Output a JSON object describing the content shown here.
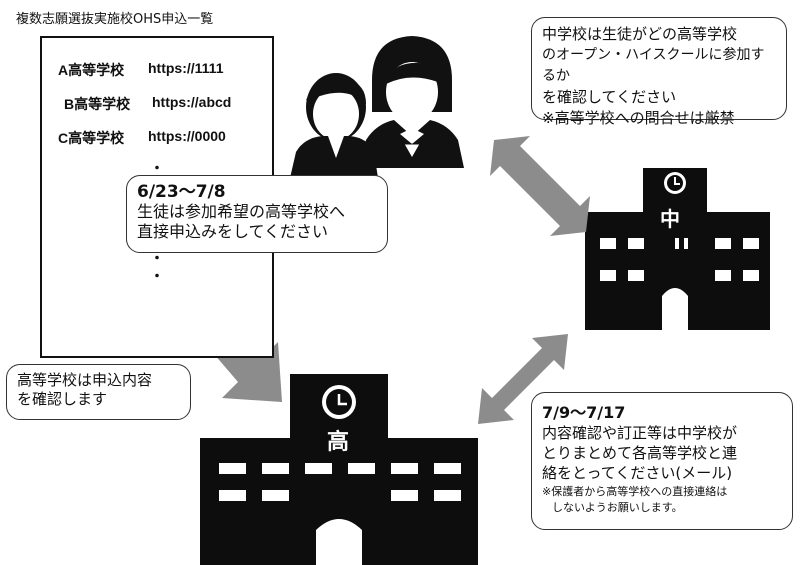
{
  "list": {
    "title": "複数志願選抜実施校OHS申込一覧",
    "rows": [
      {
        "school": "A高等学校",
        "url": "https://1111"
      },
      {
        "school": "B高等学校",
        "url": "https://abcd"
      },
      {
        "school": "C高等学校",
        "url": "https://0000"
      }
    ],
    "ellipsis_dot": "・"
  },
  "callouts": {
    "apply": {
      "date": "6/23～7/8",
      "line1": "生徒は参加希望の高等学校へ",
      "line2": "直接申込みをしてください"
    },
    "middle_school": {
      "line1": "中学校は生徒がどの高等学校",
      "line2": "のオープン・ハイスクールに参加するか",
      "line3": "を確認してください",
      "line4": "※高等学校への問合せは厳禁"
    },
    "high_school_check": {
      "line1": "高等学校は申込内容",
      "line2": "を確認します"
    },
    "contact": {
      "date": "7/9～7/17",
      "line1": "内容確認や訂正等は中学校が",
      "line2": "とりまとめて各高等学校と連",
      "line3": "絡をとってください(メール)",
      "note1": "※保護者から高等学校への直接連絡は",
      "note2": "しないようお願いします。"
    }
  },
  "buildings": {
    "middle_school_label": "中",
    "high_school_label": "高"
  },
  "colors": {
    "arrow": "#8c8c8c",
    "building": "#0d0d0d",
    "person": "#111111"
  }
}
